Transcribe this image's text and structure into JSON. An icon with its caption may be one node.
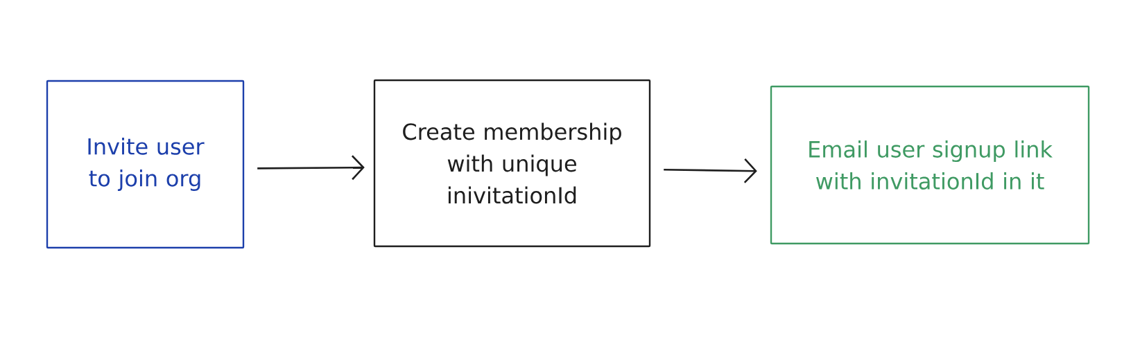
{
  "diagram": {
    "nodes": [
      {
        "text": [
          "Invite user to join org"
        ]
      },
      {
        "text": [
          "Create membership with unique inivitationId"
        ]
      },
      {
        "text": [
          "Email user signup link with invitationId in it"
        ]
      }
    ],
    "edges": [
      {
        "from": 0,
        "to": 1,
        "arrow": "to"
      },
      {
        "from": 1,
        "to": 2,
        "arrow": "to"
      }
    ]
  }
}
